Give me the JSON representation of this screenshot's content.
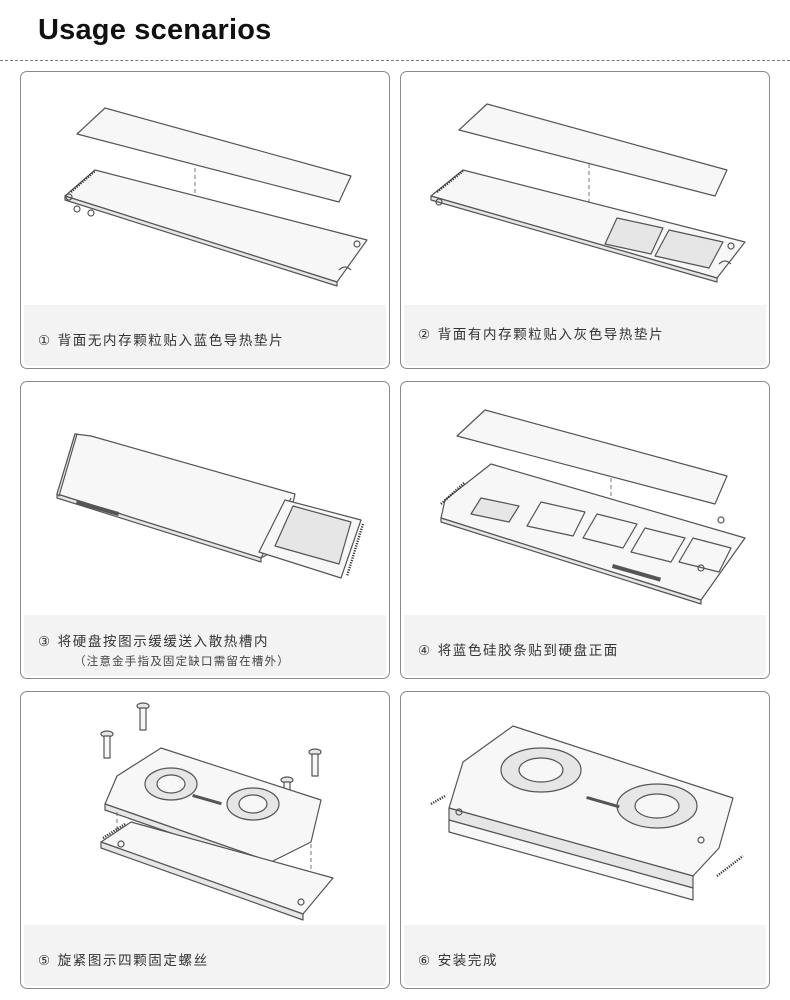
{
  "header": {
    "title": "Usage scenarios"
  },
  "steps": [
    {
      "num": "①",
      "text": "背面无内存颗粒贴入蓝色导热垫片"
    },
    {
      "num": "②",
      "text": "背面有内存颗粒贴入灰色导热垫片"
    },
    {
      "num": "③",
      "text": "将硬盘按图示缓缓送入散热槽内",
      "note": "（注意金手指及固定缺口需留在槽外）"
    },
    {
      "num": "④",
      "text": "将蓝色硅胶条贴到硬盘正面"
    },
    {
      "num": "⑤",
      "text": "旋紧图示四颗固定螺丝"
    },
    {
      "num": "⑥",
      "text": "安装完成"
    }
  ]
}
